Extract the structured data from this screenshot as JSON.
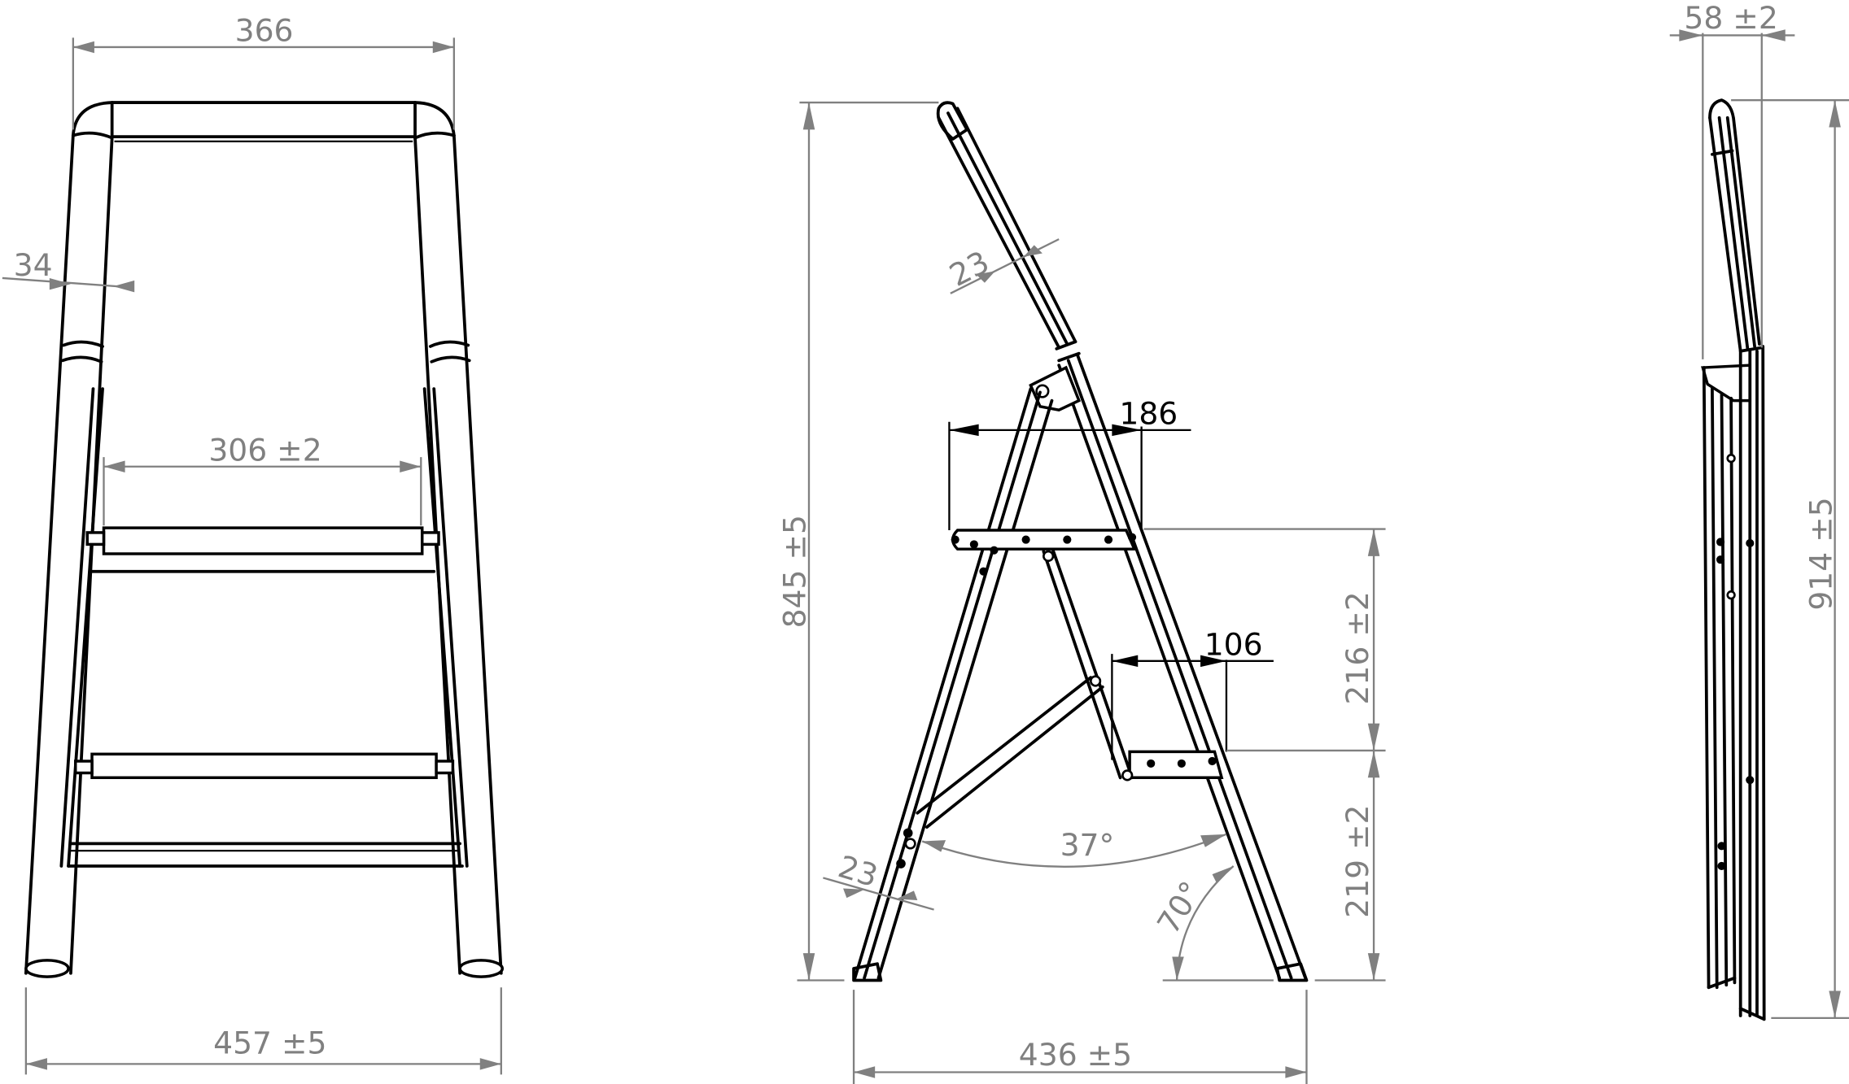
{
  "drawing": {
    "subject": "Folding two-step ladder technical drawing",
    "colors": {
      "line": "#000000",
      "dimension": "#808080",
      "background": "#ffffff"
    },
    "views": [
      {
        "id": "front",
        "dimensions": {
          "top_width": "366",
          "tube_width": "34",
          "step_width": "306 ±2",
          "base_width": "457 ±5"
        }
      },
      {
        "id": "side",
        "dimensions": {
          "tube_width_top": "23",
          "tube_width_bottom": "23",
          "upper_step_depth": "186",
          "lower_step_depth": "106",
          "overall_height": "845 ±5",
          "upper_step_rise": "216 ±2",
          "lower_step_rise": "219 ±2",
          "opening_angle": "37°",
          "leg_angle": "70°",
          "base_depth": "436 ±5"
        }
      },
      {
        "id": "folded",
        "dimensions": {
          "folded_depth": "58 ±2",
          "folded_height": "914 ±5"
        }
      }
    ]
  }
}
